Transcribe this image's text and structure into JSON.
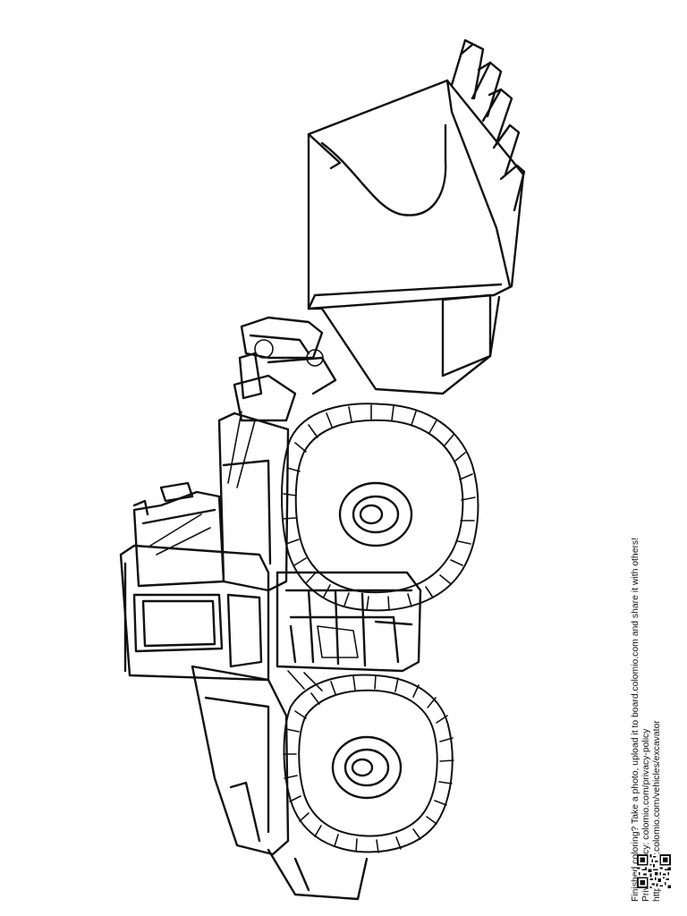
{
  "footer": {
    "line1": "Finished coloring? Take a photo, upload it to board.colomio.com and share it with others!",
    "line2": "Privacy policy: colomio.com/privacy-policy",
    "line3": "https://www.colomio.com/vehicles/excavator"
  },
  "illustration": {
    "subject": "wheel-loader-line-art",
    "qr_icon": "qr-code-icon"
  }
}
